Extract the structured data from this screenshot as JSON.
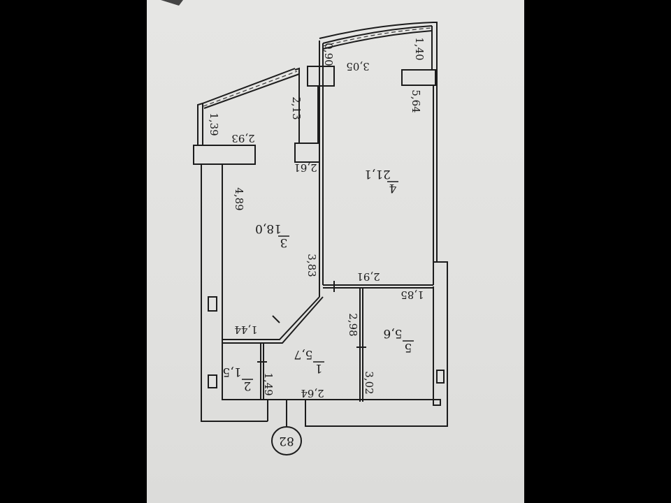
{
  "plan": {
    "orientation": "rotated-180",
    "apartment_number": "82",
    "rooms": [
      {
        "number": "4",
        "area": "21,1"
      },
      {
        "number": "3",
        "area": "18,0"
      },
      {
        "number": "5",
        "area": "5,6"
      },
      {
        "number": "1",
        "area": "5,7"
      },
      {
        "number": "2",
        "area": "1,5"
      }
    ],
    "dimensions": [
      "1,40",
      "0,90",
      "3,05",
      "5,64",
      "2,13",
      "1,39",
      "2,93",
      "2,61",
      "4,89",
      "3,83",
      "2,91",
      "1,85",
      "1,44",
      "2,98",
      "1,49",
      "2,64",
      "3,02"
    ]
  }
}
